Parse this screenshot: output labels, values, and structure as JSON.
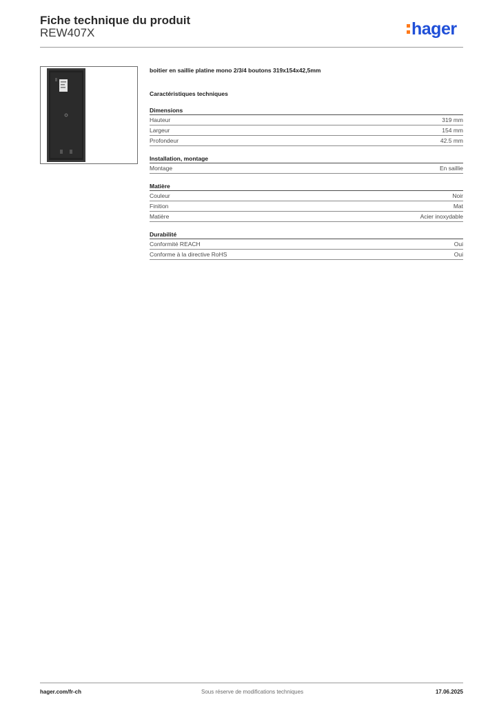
{
  "header": {
    "title": "Fiche technique du produit",
    "reference": "REW407X",
    "logo_text": "hager"
  },
  "colors": {
    "brand_blue": "#1f4fd8",
    "brand_orange": "#ff7a1a"
  },
  "product": {
    "description": "boitier en saillie platine mono 2/3/4 boutons 319x154x42,5mm",
    "image_icon": "product-photo-icon"
  },
  "specs": {
    "heading": "Caractéristiques techniques",
    "groups": [
      {
        "title": "Dimensions",
        "rows": [
          {
            "label": "Hauteur",
            "value": "319 mm"
          },
          {
            "label": "Largeur",
            "value": "154 mm"
          },
          {
            "label": "Profondeur",
            "value": "42.5 mm"
          }
        ]
      },
      {
        "title": "Installation, montage",
        "rows": [
          {
            "label": "Montage",
            "value": "En saillie"
          }
        ]
      },
      {
        "title": "Matière",
        "rows": [
          {
            "label": "Couleur",
            "value": "Noir"
          },
          {
            "label": "Finition",
            "value": "Mat"
          },
          {
            "label": "Matière",
            "value": "Acier inoxydable"
          }
        ]
      },
      {
        "title": "Durabilité",
        "rows": [
          {
            "label": "Conformité REACH",
            "value": "Oui"
          },
          {
            "label": "Conforme à la directive RoHS",
            "value": "Oui"
          }
        ]
      }
    ]
  },
  "footer": {
    "website": "hager.com/fr-ch",
    "notice": "Sous réserve de modifications techniques",
    "date": "17.06.2025"
  }
}
